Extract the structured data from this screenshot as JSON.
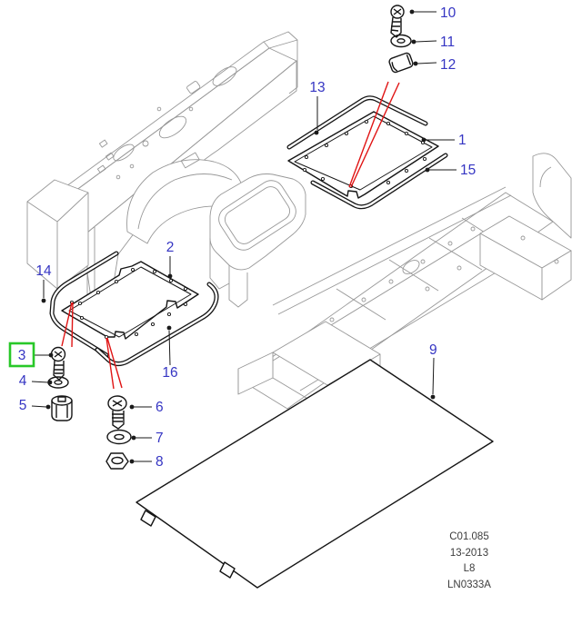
{
  "colors": {
    "label": "#3535c3",
    "highlight": "#28c828",
    "callout_red": "#e01414",
    "part_line": "#151515",
    "structure_line": "#989898"
  },
  "callouts": [
    {
      "text": "1"
    },
    {
      "text": "2"
    },
    {
      "text": "3",
      "highlighted": true
    },
    {
      "text": "4"
    },
    {
      "text": "5"
    },
    {
      "text": "6"
    },
    {
      "text": "7"
    },
    {
      "text": "8"
    },
    {
      "text": "9"
    },
    {
      "text": "10"
    },
    {
      "text": "11"
    },
    {
      "text": "12"
    },
    {
      "text": "13"
    },
    {
      "text": "14"
    },
    {
      "text": "15"
    },
    {
      "text": "16"
    }
  ],
  "footer": {
    "lines": [
      "C01.085",
      "13-2013",
      "L8",
      "LN0333A"
    ]
  }
}
